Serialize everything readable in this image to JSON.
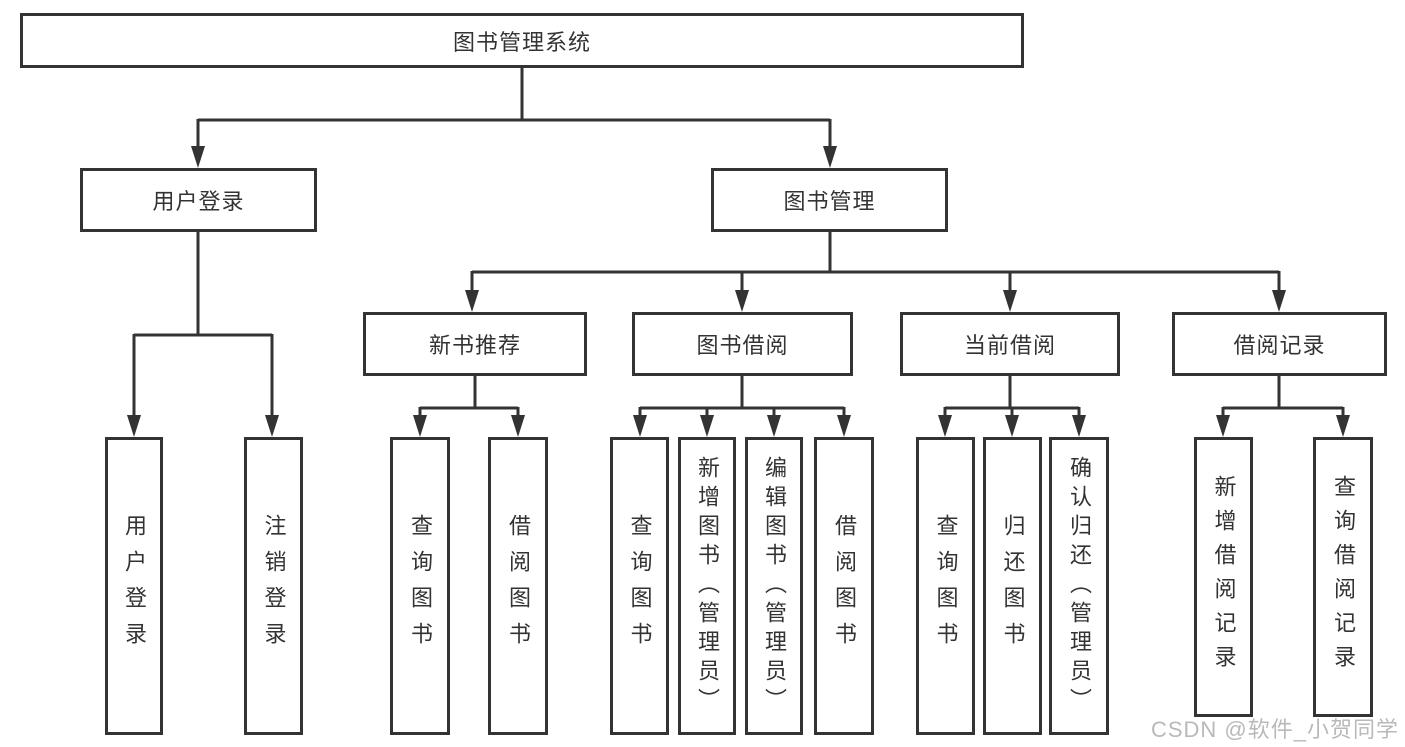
{
  "diagram_title": "图书管理系统",
  "tree": {
    "label": "图书管理系统",
    "children": [
      {
        "label": "用户登录",
        "children": [
          {
            "label": "用户登录"
          },
          {
            "label": "注销登录"
          }
        ]
      },
      {
        "label": "图书管理",
        "children": [
          {
            "label": "新书推荐",
            "children": [
              {
                "label": "查询图书"
              },
              {
                "label": "借阅图书"
              }
            ]
          },
          {
            "label": "图书借阅",
            "children": [
              {
                "label": "查询图书"
              },
              {
                "label": "新增图书（管理员）"
              },
              {
                "label": "编辑图书（管理员）"
              },
              {
                "label": "借阅图书"
              }
            ]
          },
          {
            "label": "当前借阅",
            "children": [
              {
                "label": "查询图书"
              },
              {
                "label": "归还图书"
              },
              {
                "label": "确认归还（管理员）"
              }
            ]
          },
          {
            "label": "借阅记录",
            "children": [
              {
                "label": "新增借阅记录"
              },
              {
                "label": "查询借阅记录"
              }
            ]
          }
        ]
      }
    ]
  },
  "watermark": {
    "text": "CSDN @软件_小贺同学"
  },
  "colors": {
    "line": "#333333",
    "text": "#333333",
    "box_background": "#ffffff",
    "watermark": "#b9b9b9",
    "background": "#ffffff"
  }
}
